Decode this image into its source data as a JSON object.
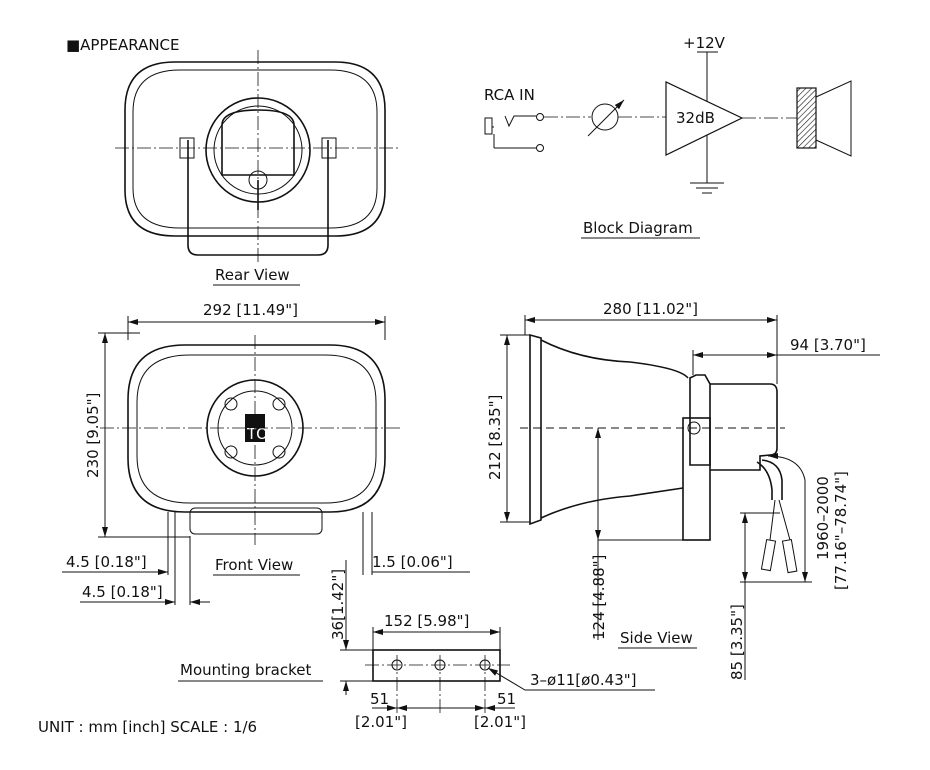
{
  "title": "■APPEARANCE",
  "rear_view": {
    "label": "Rear View"
  },
  "block_diagram": {
    "label": "Block Diagram",
    "supply": "+12V",
    "input": "RCA IN",
    "gain": "32dB"
  },
  "front_view": {
    "label": "Front View",
    "logo": "TOA",
    "width_dim": "292 [11.49\"]",
    "height_dim": "230 [9.05\"]",
    "dim_a": "4.5 [0.18\"]",
    "dim_b": "4.5 [0.18\"]",
    "dim_c": "1.5 [0.06\"]"
  },
  "side_view": {
    "label": "Side View",
    "length_dim": "280 [11.02\"]",
    "rear_dim": "94 [3.70\"]",
    "height_dim": "212 [8.35\"]",
    "center_dim": "124 [4.88\"]",
    "cable_dim_mm": "1960–2000",
    "cable_dim_in": "[77.16\"–78.74\"]",
    "plug_dim": "85 [3.35\"]"
  },
  "mounting_bracket": {
    "label": "Mounting bracket",
    "width_dim": "152 [5.98\"]",
    "height_dim": "36[1.42\"]",
    "hole_spec": "3–ø11[ø0.43\"]",
    "left_pitch_mm": "51",
    "left_pitch_in": "[2.01\"]",
    "right_pitch_mm": "51",
    "right_pitch_in": "[2.01\"]"
  },
  "footer": "UNIT : mm [inch]  SCALE : 1/6"
}
